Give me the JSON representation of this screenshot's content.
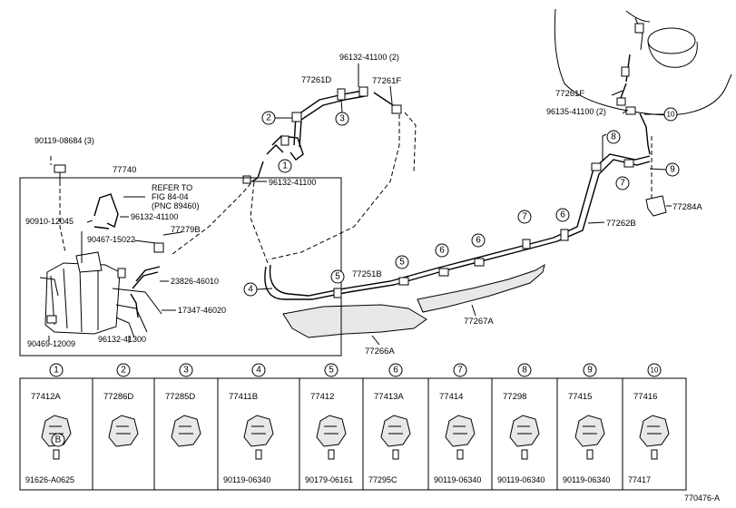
{
  "callouts": {
    "c1": "1",
    "c2": "2",
    "c3": "3",
    "c4": "4",
    "c5": "5",
    "c6": "6",
    "c7": "7",
    "c8": "8",
    "c9": "9",
    "c10": "10",
    "b": "B"
  },
  "labels": {
    "p90119_08684": "90119-08684 (3)",
    "p77740": "77740",
    "refer_to": "REFER TO",
    "fig": "FIG 84-04",
    "pnc": "(PNC 89460)",
    "p90910_12045": "90910-12045",
    "p96132_41100_a": "96132-41100",
    "p90467_15022": "90467-15022",
    "p77279b": "77279B",
    "p23826_46010": "23826-46010",
    "p17347_46020": "17347-46020",
    "p90469_12009": "90469-12009",
    "p96132_41300": "96132-41300",
    "p77261d": "77261D",
    "p96132_41100_2": "96132-41100 (2)",
    "p77261f_a": "77261F",
    "p96132_41100_b": "96132-41100",
    "p77251b": "77251B",
    "p77266a": "77266A",
    "p77267a": "77267A",
    "p77262b": "77262B",
    "p77284a": "77284A",
    "p77261f_b": "77261F",
    "p96135_41100_2": "96135-41100 (2)",
    "footer": "770476-A"
  },
  "legend": [
    {
      "num": "1",
      "part": "77412A",
      "bolt": "91626-A0625",
      "badge": "B"
    },
    {
      "num": "2",
      "part": "77286D",
      "bolt": ""
    },
    {
      "num": "3",
      "part": "77285D",
      "bolt": ""
    },
    {
      "num": "4",
      "part": "77411B",
      "bolt": "90119-06340"
    },
    {
      "num": "5",
      "part": "77412",
      "bolt": "90179-06161"
    },
    {
      "num": "6",
      "part": "77413A",
      "bolt": "77295C"
    },
    {
      "num": "7",
      "part": "77414",
      "bolt": "90119-06340"
    },
    {
      "num": "8",
      "part": "77298",
      "bolt": "90119-06340"
    },
    {
      "num": "9",
      "part": "77415",
      "bolt": "90119-06340"
    },
    {
      "num": "10",
      "part": "77416",
      "bolt": "77417"
    }
  ]
}
